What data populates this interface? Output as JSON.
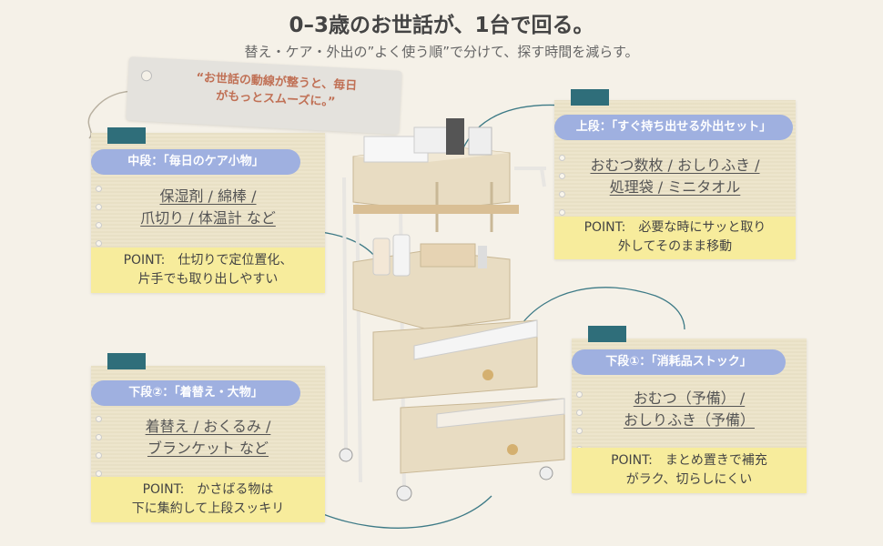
{
  "header": {
    "title": "0–3歳のお世話が、1台で回る。",
    "subtitle": "替え・ケア・外出の”よく使う順”で分けて、探す時間を減らす。"
  },
  "tag": {
    "line1": "“お世話の動線が整うと、毎日",
    "line2": "がもっとスムーズに。”"
  },
  "cards": {
    "middle": {
      "label": "中段：「毎日のケア小物」",
      "line1": "保湿剤 / 綿棒 /",
      "line2": "爪切り / 体温計 など",
      "point1": "POINT:　仕切りで定位置化、",
      "point2": "片手でも取り出しやすい"
    },
    "top": {
      "label": "上段：「すぐ持ち出せる外出セット」",
      "line1": "おむつ数枚 / おしりふき /",
      "line2": "処理袋 / ミニタオル",
      "point1": "POINT:　必要な時にサッと取り",
      "point2": "外してそのまま移動"
    },
    "lower2": {
      "label": "下段②：「着替え・大物」",
      "line1": "着替え / おくるみ /",
      "line2": "ブランケット など",
      "point1": "POINT:　かさばる物は",
      "point2": "下に集約して上段スッキリ"
    },
    "lower1": {
      "label": "下段①：「消耗品ストック」",
      "line1": "おむつ（予備） /",
      "line2": "おしりふき（予備）",
      "point1": "POINT:　まとめ置きで補充",
      "point2": "がラク、切らしにくい"
    }
  },
  "colors": {
    "card": "#ece3c8",
    "pill": "#9fb0e0",
    "clip": "#2f6e7a",
    "point": "#f7ec9c",
    "tag_text": "#c07055"
  }
}
